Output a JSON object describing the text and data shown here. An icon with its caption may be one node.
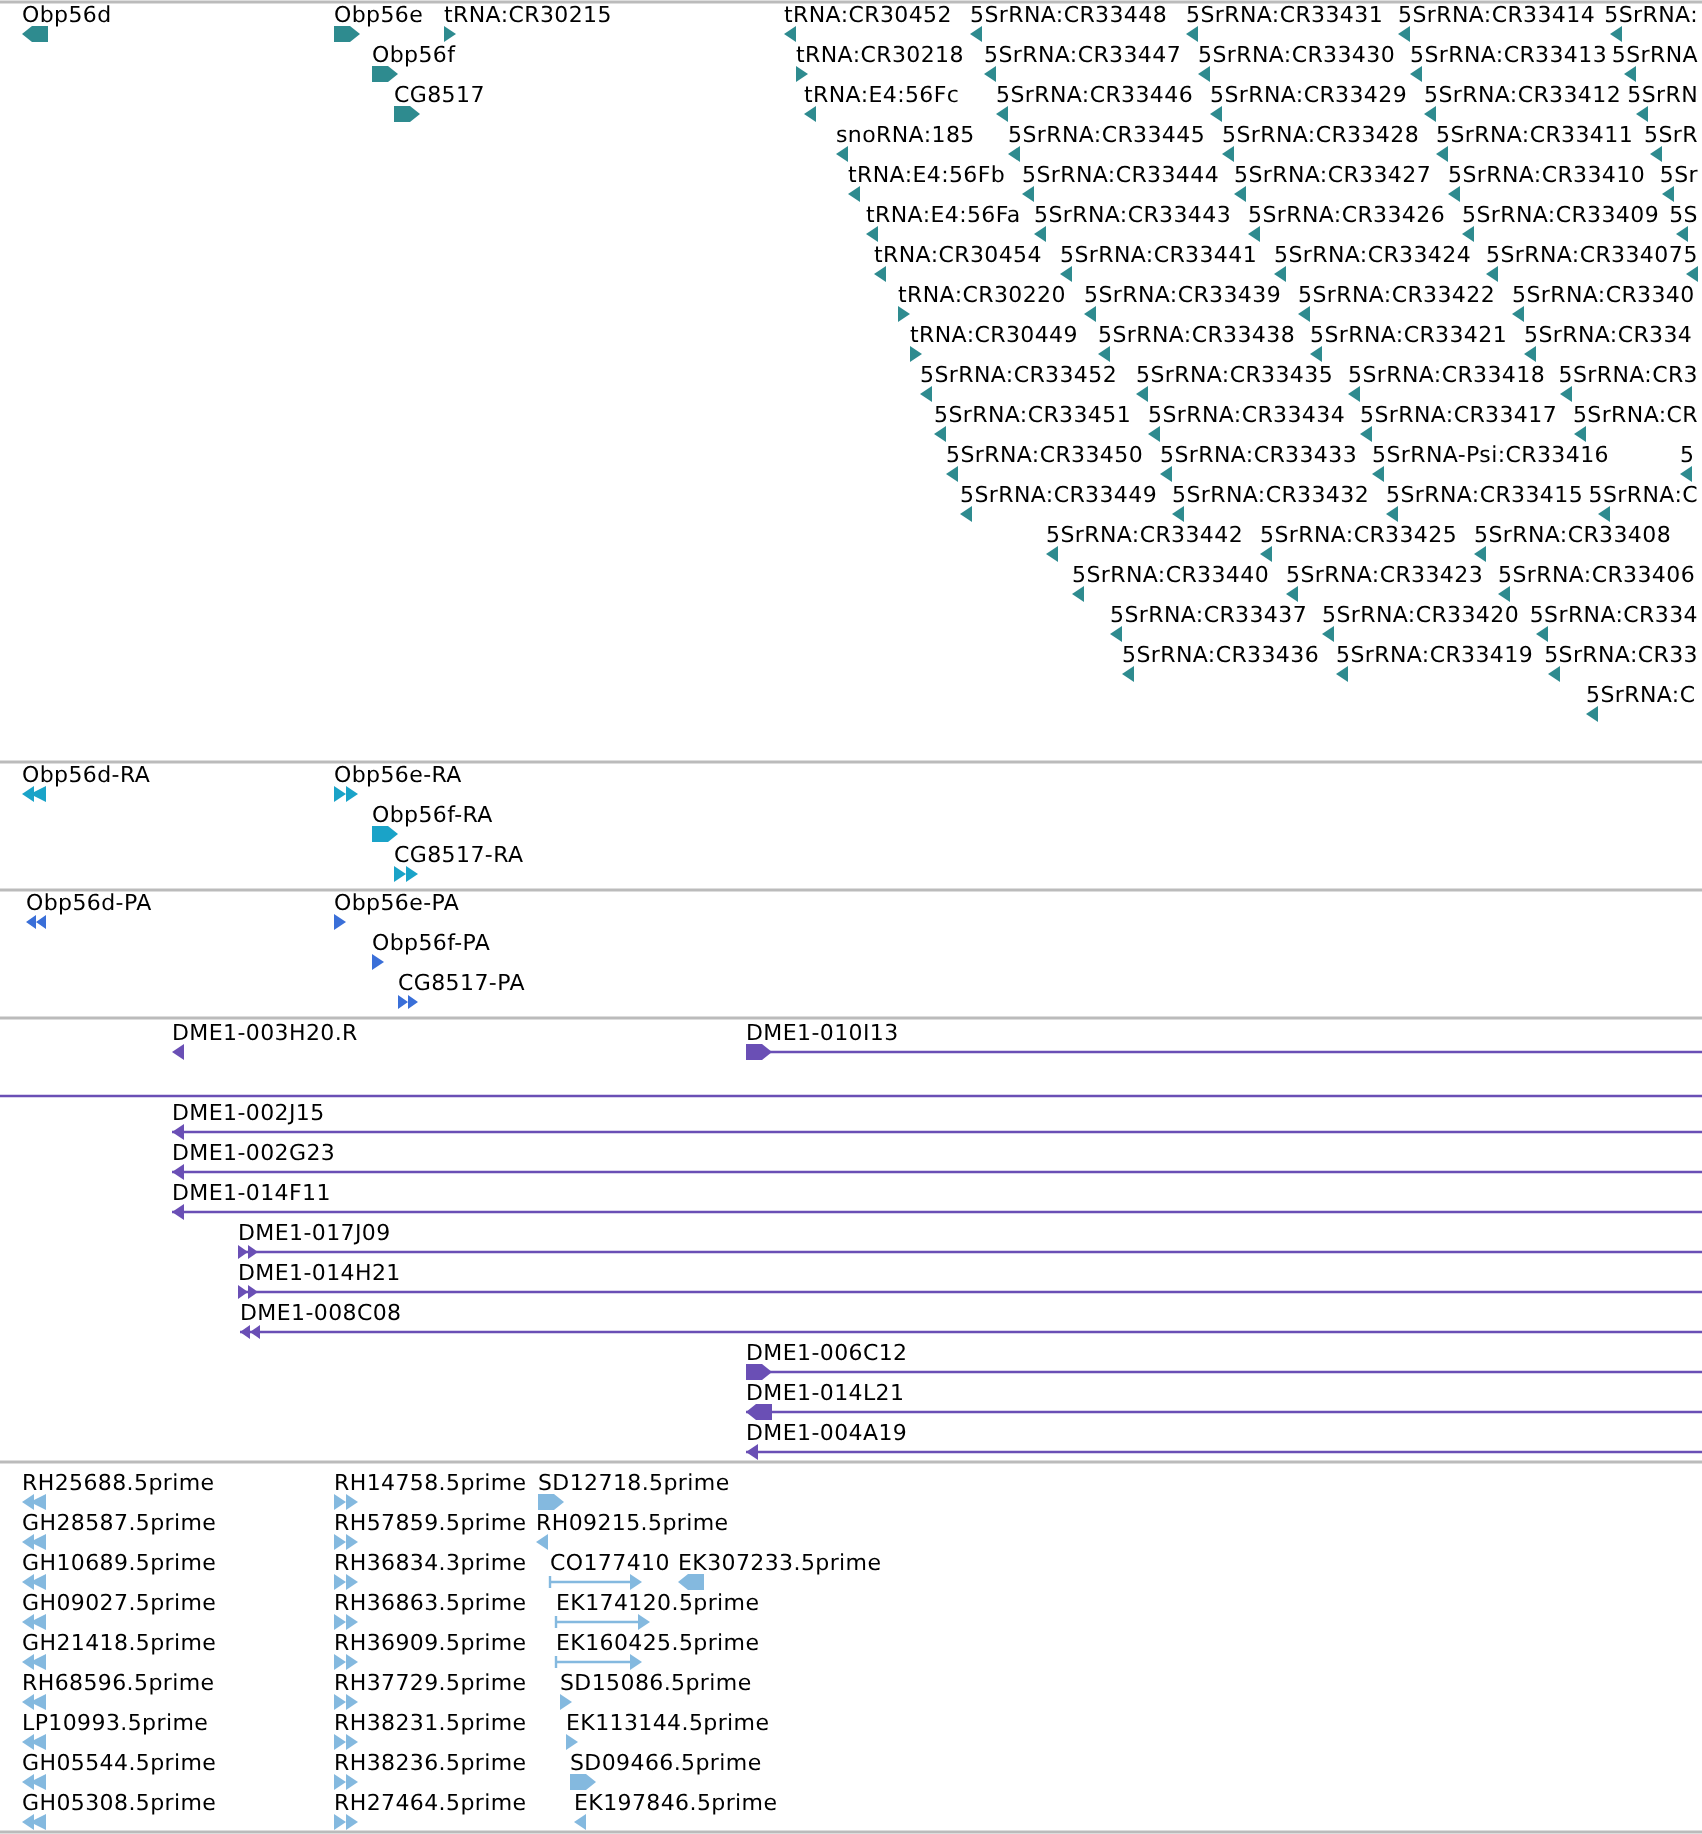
{
  "diagram": {
    "labels": [
      "Obp56d",
      "Obp56e",
      "tRNA:CR30215",
      "tRNA:CR30452",
      "5SrRNA:CR33448",
      "5SrRNA:CR33431",
      "5SrRNA:CR33414",
      "5SrRNA:",
      "Obp56f",
      "tRNA:CR30218",
      "5SrRNA:CR33447",
      "5SrRNA:CR33430",
      "5SrRNA:CR33413",
      "5SrRNA",
      "CG8517",
      "tRNA:E4:56Fc",
      "5SrRNA:CR33446",
      "5SrRNA:CR33429",
      "5SrRNA:CR33412",
      "5SrRN",
      "snoRNA:185",
      "5SrRNA:CR33445",
      "5SrRNA:CR33428",
      "5SrRNA:CR33411",
      "5SrR",
      "tRNA:E4:56Fb",
      "5SrRNA:CR33444",
      "5SrRNA:CR33427",
      "5SrRNA:CR33410",
      "5Sr",
      "tRNA:E4:56Fa",
      "5SrRNA:CR33443",
      "5SrRNA:CR33426",
      "5SrRNA:CR33409",
      "5S",
      "tRNA:CR30454",
      "5SrRNA:CR33441",
      "5SrRNA:CR33424",
      "5SrRNA:CR33407",
      "5",
      "tRNA:CR30220",
      "5SrRNA:CR33439",
      "5SrRNA:CR33422",
      "5SrRNA:CR3340",
      "tRNA:CR30449",
      "5SrRNA:CR33438",
      "5SrRNA:CR33421",
      "5SrRNA:CR334",
      "5SrRNA:CR33452",
      "5SrRNA:CR33435",
      "5SrRNA:CR33418",
      "5SrRNA:CR3",
      "5SrRNA:CR33451",
      "5SrRNA:CR33434",
      "5SrRNA:CR33417",
      "5SrRNA:CR",
      "5SrRNA:CR33450",
      "5SrRNA:CR33433",
      "5SrRNA-Psi:CR33416",
      "5",
      "5SrRNA:CR33449",
      "5SrRNA:CR33432",
      "5SrRNA:CR33415",
      "5SrRNA:C",
      "5SrRNA:CR33442",
      "5SrRNA:CR33425",
      "5SrRNA:CR33408",
      "5SrRNA:CR33440",
      "5SrRNA:CR33423",
      "5SrRNA:CR33406",
      "5SrRNA:CR33437",
      "5SrRNA:CR33420",
      "5SrRNA:CR334",
      "5SrRNA:CR33436",
      "5SrRNA:CR33419",
      "5SrRNA:CR33",
      "5SrRNA:C",
      "Obp56d-RA",
      "Obp56e-RA",
      "Obp56f-RA",
      "CG8517-RA",
      "Obp56d-PA",
      "Obp56e-PA",
      "Obp56f-PA",
      "CG8517-PA",
      "DME1-003H20.R",
      "DME1-010I13",
      "DME1-002J15",
      "DME1-002G23",
      "DME1-014F11",
      "DME1-017J09",
      "DME1-014H21",
      "DME1-008C08",
      "DME1-006C12",
      "DME1-014L21",
      "DME1-004A19",
      "RH25688.5prime",
      "RH14758.5prime",
      "SD12718.5prime",
      "GH28587.5prime",
      "RH57859.5prime",
      "RH09215.5prime",
      "GH10689.5prime",
      "RH36834.3prime",
      "CO177410",
      "EK307233.5prime",
      "GH09027.5prime",
      "RH36863.5prime",
      "EK174120.5prime",
      "GH21418.5prime",
      "RH36909.5prime",
      "EK160425.5prime",
      "RH68596.5prime",
      "RH37729.5prime",
      "SD15086.5prime",
      "LP10993.5prime",
      "RH38231.5prime",
      "EK113144.5prime",
      "GH05544.5prime",
      "RH38236.5prime",
      "SD09466.5prime",
      "GH05308.5prime",
      "RH27464.5prime",
      "EK197846.5prime"
    ]
  }
}
